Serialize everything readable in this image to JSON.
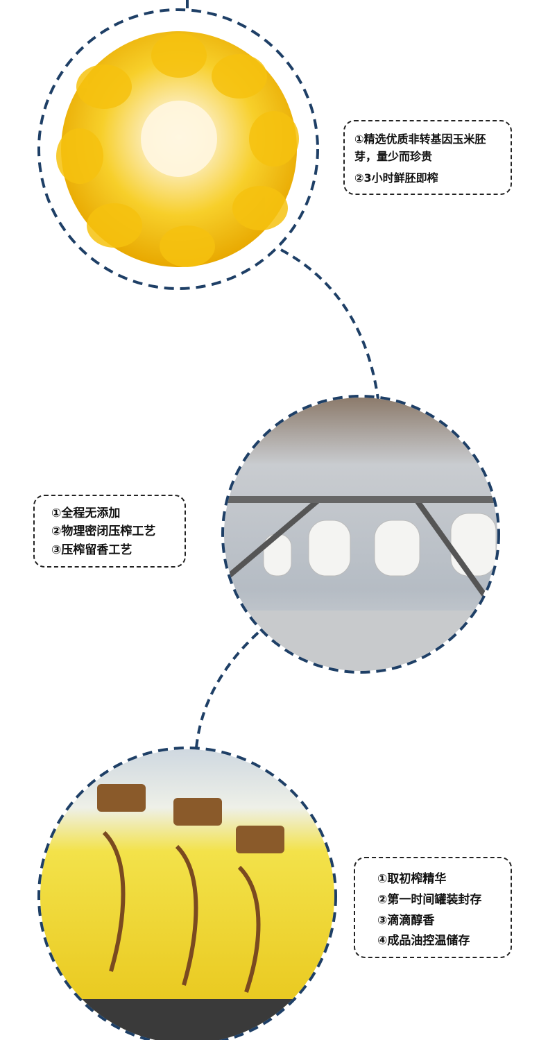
{
  "colors": {
    "dash": "#1e3f66",
    "corn": "#f5c518",
    "steel": "#9aa3ad",
    "oil": "#f2de3a"
  },
  "sections": [
    {
      "image": "corn-kernel-photo",
      "lines": [
        "①精选优质非转基因玉米胚芽，量少而珍贵",
        "②3小时鲜胚即榨"
      ]
    },
    {
      "image": "factory-press-photo",
      "lines": [
        "①全程无添加",
        "②物理密闭压榨工艺",
        "③压榨留香工艺"
      ]
    },
    {
      "image": "oil-bottles-photo",
      "lines": [
        "①取初榨精华",
        "②第一时间罐装封存",
        "③滴滴醇香",
        "④成品油控温储存"
      ]
    }
  ]
}
